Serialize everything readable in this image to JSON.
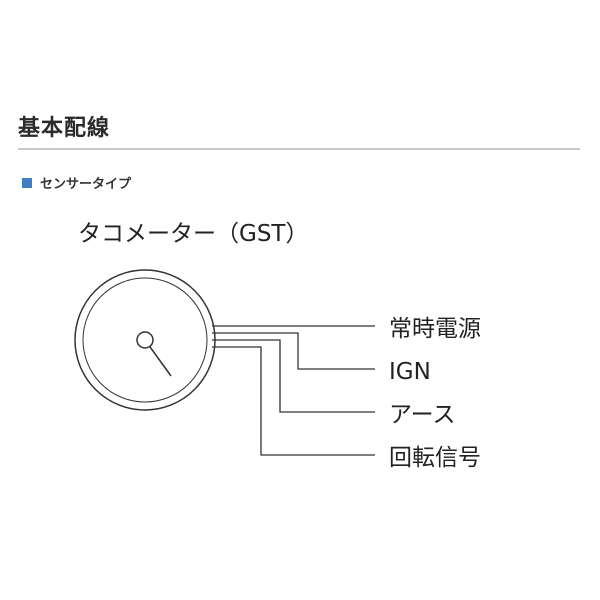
{
  "section": {
    "title": "基本配線"
  },
  "subsection": {
    "label": "センサータイプ"
  },
  "diagram": {
    "meter_name": "タコメーター（GST）",
    "connections": [
      {
        "label": "常時電源"
      },
      {
        "label": "IGN"
      },
      {
        "label": "アース"
      },
      {
        "label": "回転信号"
      }
    ]
  },
  "colors": {
    "accent": "#3d7fc1",
    "line": "#333333"
  }
}
